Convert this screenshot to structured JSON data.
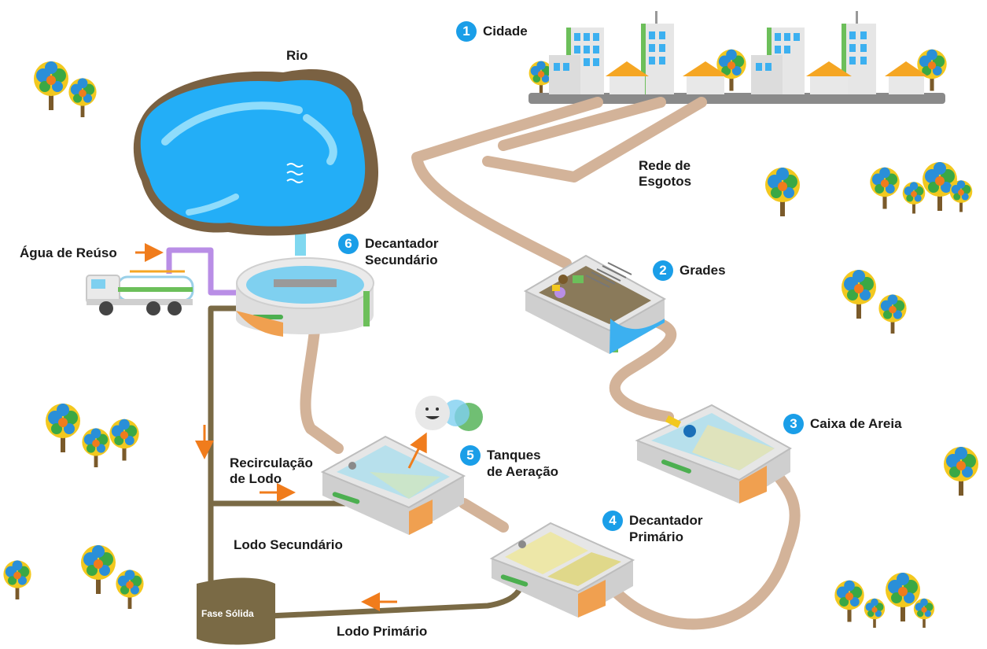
{
  "steps": [
    {
      "num": "1",
      "label": "Cidade"
    },
    {
      "num": "2",
      "label": "Grades"
    },
    {
      "num": "3",
      "label": "Caixa de Areia"
    },
    {
      "num": "4",
      "label": "Decantador\nPrimário"
    },
    {
      "num": "5",
      "label": "Tanques\nde Aeração"
    },
    {
      "num": "6",
      "label": "Decantador\nSecundário"
    }
  ],
  "labels": {
    "rio": "Rio",
    "rede_line1": "Rede de",
    "rede_line2": "Esgotos",
    "agua_reuso": "Água de Reúso",
    "recirc_line1": "Recirculação",
    "recirc_line2": "de Lodo",
    "lodo_secundario": "Lodo Secundário",
    "lodo_primario": "Lodo Primário",
    "fase_solida": "Fase Sólida"
  },
  "colors": {
    "step_badge": "#1a9ee8",
    "sewage_pipe": "#d3b399",
    "sludge_pipe": "#7a6a45",
    "clean_water": "#7fd8f0",
    "reuse_pipe": "#b98ee6",
    "arrow": "#f07c1c",
    "river": "#23aef7",
    "river_bank": "#7a6142"
  }
}
